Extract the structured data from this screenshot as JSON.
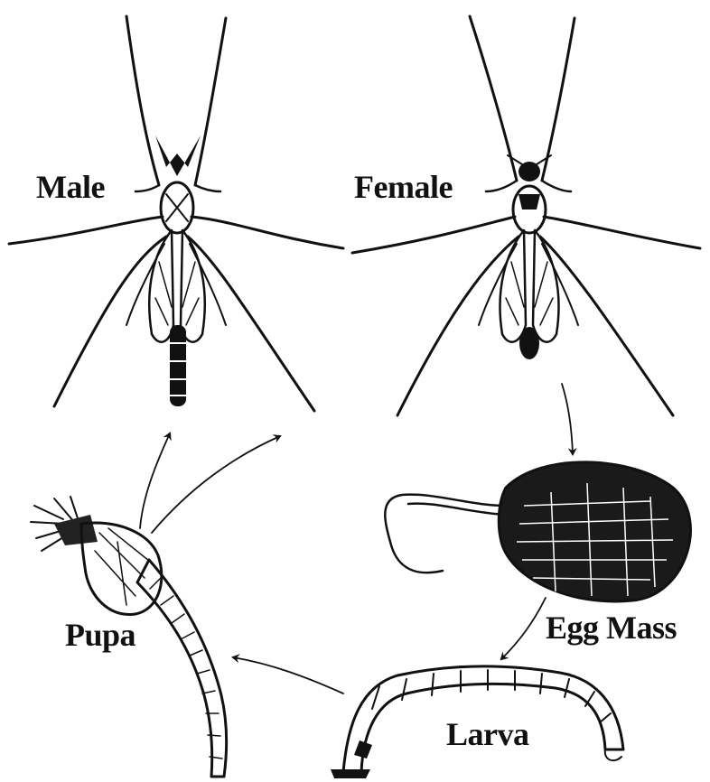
{
  "labels": {
    "male": "Male",
    "female": "Female",
    "egg_mass": "Egg Mass",
    "larva": "Larva",
    "pupa": "Pupa"
  },
  "colors": {
    "ink": "#111111",
    "background": "#ffffff"
  },
  "icons": [
    "male-midge-illustration",
    "female-midge-illustration",
    "egg-mass-illustration",
    "larva-illustration",
    "pupa-illustration"
  ]
}
